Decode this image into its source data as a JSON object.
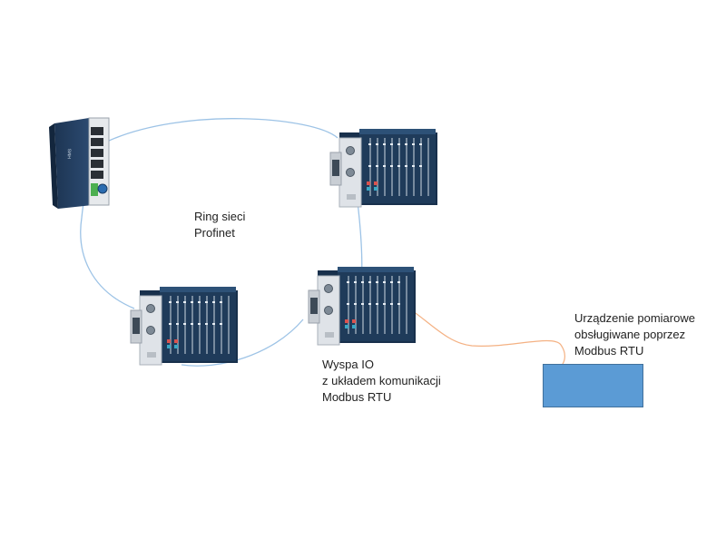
{
  "labels": {
    "ring": [
      "Ring sieci",
      "Profinet"
    ],
    "io_island": [
      "Wyspa IO",
      "z układem komunikacji",
      "Modbus RTU"
    ],
    "device": [
      "Urządzenie pomiarowe",
      "obsługiwane poprzez",
      "Modbus RTU"
    ]
  },
  "colors": {
    "ring_line": "#9dc3e6",
    "serial_line": "#f4b183",
    "device_box": "#5b9bd5",
    "module_body": "#1f3b5a"
  },
  "icons": {
    "gateway": "profinet-gateway-icon",
    "io_module": "io-island-icon"
  }
}
